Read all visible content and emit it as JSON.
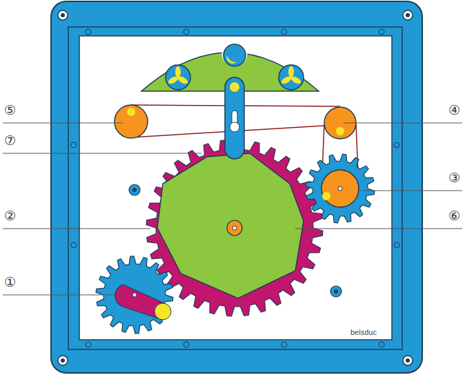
{
  "diagram": {
    "labels": [
      "⑤",
      "④",
      "⑦",
      "③",
      "②",
      "⑥",
      "①",
      "belsduc"
    ]
  }
}
